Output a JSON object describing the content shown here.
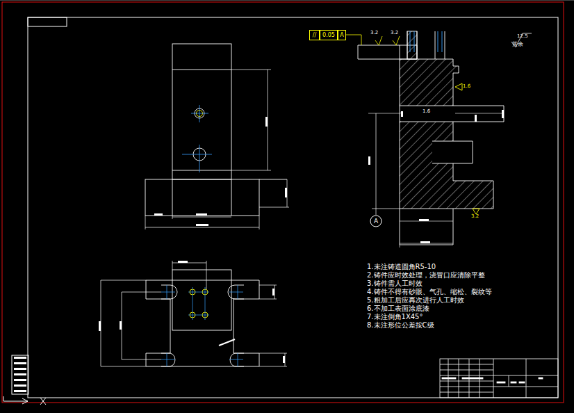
{
  "diagram": {
    "nodes": [
      {
        "text": [
          "//"
        ]
      },
      {
        "text": [
          "0.05"
        ]
      },
      {
        "text": [
          "A"
        ]
      },
      {
        "text": [
          "A"
        ]
      }
    ],
    "labels": [
      "3.2",
      "3.2",
      "1.6",
      "1.6",
      "3.2",
      "12.5",
      "其余",
      "1.未注铸造圆角R5-10",
      "2.铸件应时效处理，浇冒口应清除平整",
      "3.铸件需人工时效",
      "4.铸件不得有砂眼、气孔、缩松、裂纹等",
      "5.粗加工后应再次进行人工时效",
      "6.不加工表面涂底漆",
      "7.未注倒角1X45°",
      "8.未注形位公差按C级"
    ]
  }
}
